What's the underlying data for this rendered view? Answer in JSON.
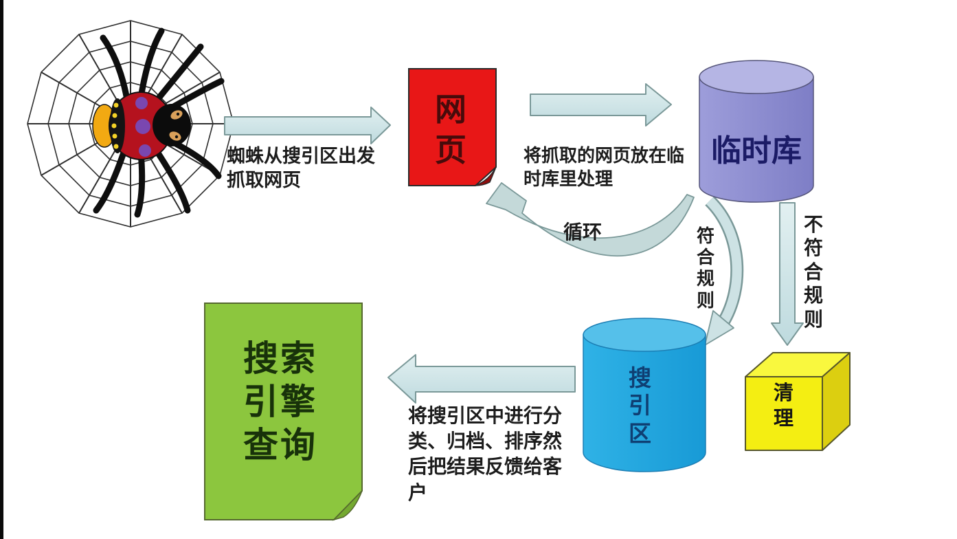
{
  "page": {
    "background": "#ffffff",
    "edge_bar_color": "#0a0a0a",
    "arrow_fill": "#cfe4e6",
    "arrow_stroke": "#7a9898"
  },
  "diagram": {
    "nodes": {
      "webpage": {
        "label": "网页",
        "fill": "#e81717",
        "shape": "page"
      },
      "temp_store": {
        "label": "临时库",
        "fill": "#8b8bd0",
        "shape": "cylinder"
      },
      "index_area": {
        "label": "搜引区",
        "fill": "#1fa5e0",
        "shape": "cylinder"
      },
      "cleanup": {
        "label": "清理",
        "fill": "#f4ee12",
        "shape": "cube"
      },
      "search_query": {
        "label": "搜索引擎查询",
        "fill": "#8cc63e",
        "shape": "page"
      }
    },
    "labels": {
      "spider_to_webpage": "蜘蛛从搜引区出发抓取网页",
      "webpage_to_temp": "将抓取的网页放在临时库里处理",
      "loop": "循环",
      "match_rule": "符合规则",
      "no_match_rule": "不符合规则",
      "index_to_query": "将搜引区中进行分类、归档、排序然后把结果反馈给客户"
    }
  }
}
